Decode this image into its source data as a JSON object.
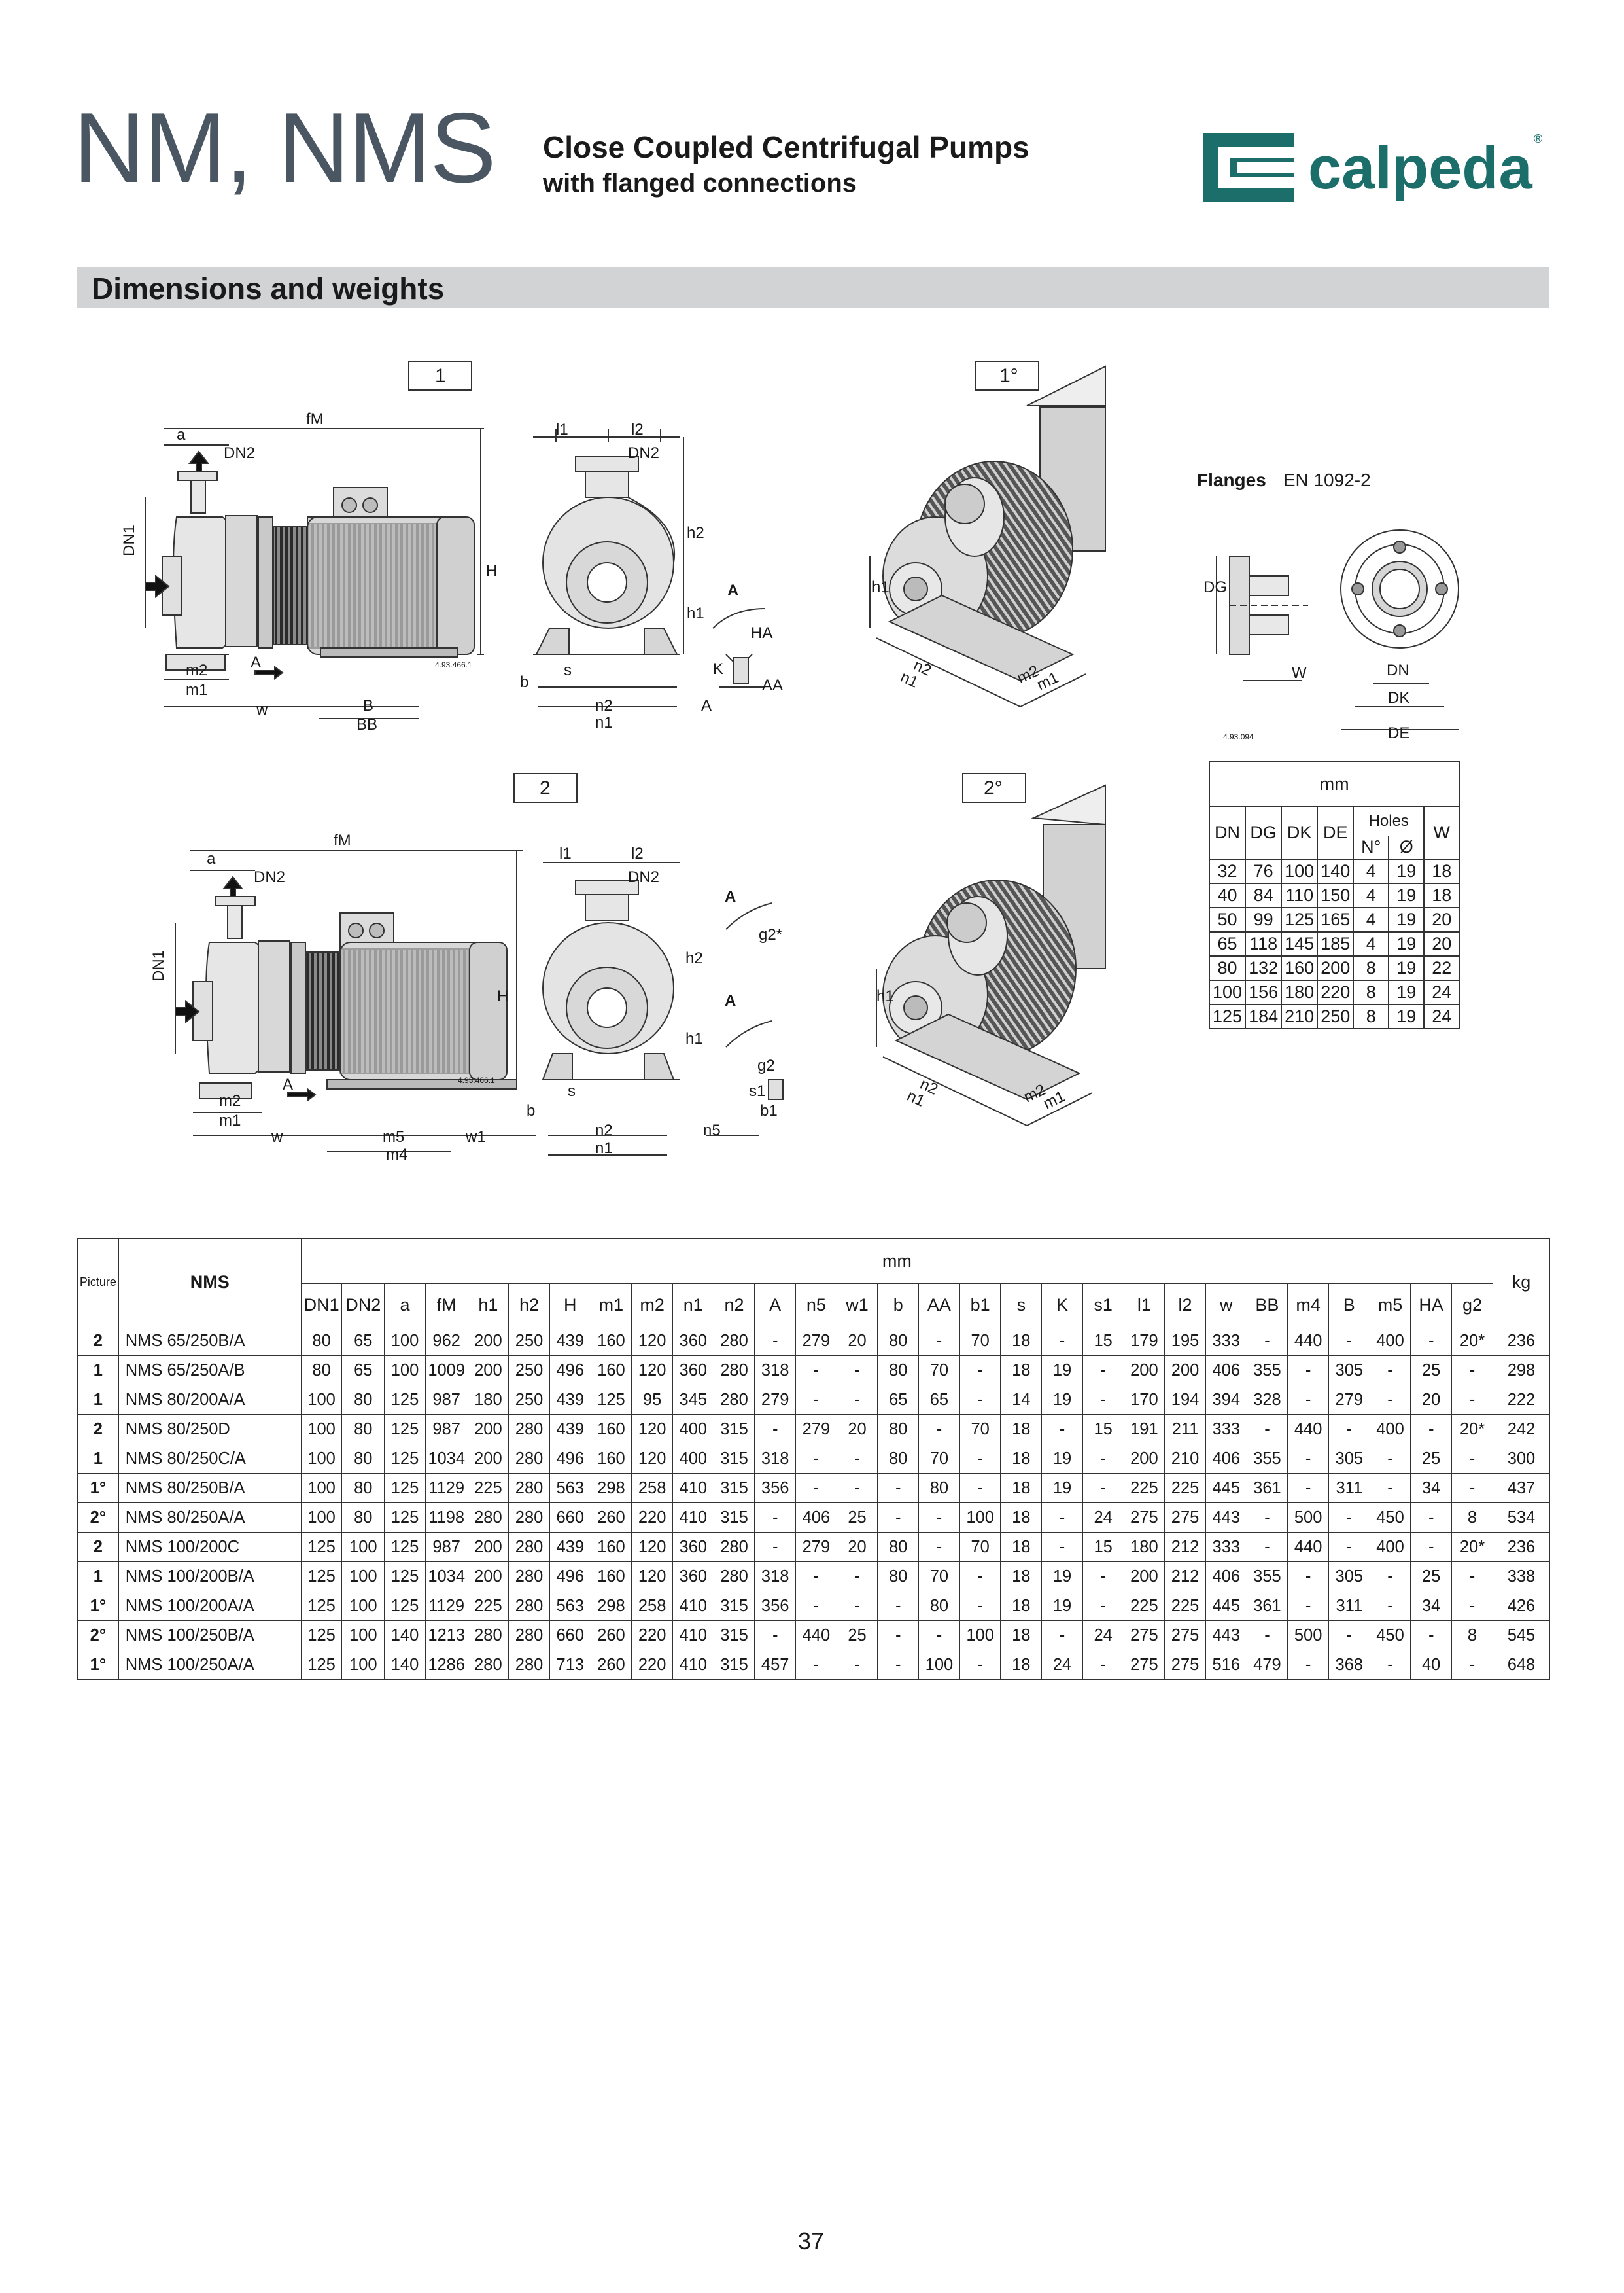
{
  "header": {
    "series": "NM, NMS",
    "subtitle_line1": "Close Coupled Centrifugal Pumps",
    "subtitle_line2": "with flanged connections",
    "logo_text": "calpeda",
    "logo_mark": "®",
    "brand_color": "#1b6e6a"
  },
  "section": {
    "title": "Dimensions and weights"
  },
  "figures": {
    "fig1_label": "1",
    "fig1deg_label": "1°",
    "fig2_label": "2",
    "fig2deg_label": "2°",
    "drawing_code_1": "4.93.466.1",
    "drawing_code_flange": "4.93.094",
    "dim_labels": {
      "fM": "fM",
      "a": "a",
      "DN1": "DN1",
      "DN2": "DN2",
      "H": "H",
      "m1": "m1",
      "m2": "m2",
      "w": "w",
      "B": "B",
      "BB": "BB",
      "l1": "l1",
      "l2": "l2",
      "h1": "h1",
      "h2": "h2",
      "b": "b",
      "s": "s",
      "n1": "n1",
      "n2": "n2",
      "A": "A",
      "K": "K",
      "HA": "HA",
      "AA": "AA",
      "m4": "m4",
      "m5": "m5",
      "w1": "w1",
      "n5": "n5",
      "s1": "s1",
      "b1": "b1",
      "g2": "g2",
      "g2star": "g2*"
    }
  },
  "flanges": {
    "title": "Flanges",
    "standard": "EN 1092-2",
    "dg": "DG",
    "w": "W",
    "dn": "DN",
    "dk": "DK",
    "de": "DE",
    "table": {
      "unit": "mm",
      "holes_label": "Holes",
      "headers": [
        "DN",
        "DG",
        "DK",
        "DE",
        "N°",
        "Ø",
        "W"
      ],
      "rows": [
        [
          "32",
          "76",
          "100",
          "140",
          "4",
          "19",
          "18"
        ],
        [
          "40",
          "84",
          "110",
          "150",
          "4",
          "19",
          "18"
        ],
        [
          "50",
          "99",
          "125",
          "165",
          "4",
          "19",
          "20"
        ],
        [
          "65",
          "118",
          "145",
          "185",
          "4",
          "19",
          "20"
        ],
        [
          "80",
          "132",
          "160",
          "200",
          "8",
          "19",
          "22"
        ],
        [
          "100",
          "156",
          "180",
          "220",
          "8",
          "19",
          "24"
        ],
        [
          "125",
          "184",
          "210",
          "250",
          "8",
          "19",
          "24"
        ]
      ]
    }
  },
  "dimensions_table": {
    "picture_header": "Picture",
    "model_header": "NMS",
    "unit": "mm",
    "weight_unit": "kg",
    "columns": [
      "DN1",
      "DN2",
      "a",
      "fM",
      "h1",
      "h2",
      "H",
      "m1",
      "m2",
      "n1",
      "n2",
      "A",
      "n5",
      "w1",
      "b",
      "AA",
      "b1",
      "s",
      "K",
      "s1",
      "l1",
      "l2",
      "w",
      "BB",
      "m4",
      "B",
      "m5",
      "HA",
      "g2"
    ],
    "rows": [
      {
        "picture": "2",
        "model": "NMS 65/250B/A",
        "values": [
          "80",
          "65",
          "100",
          "962",
          "200",
          "250",
          "439",
          "160",
          "120",
          "360",
          "280",
          "-",
          "279",
          "20",
          "80",
          "-",
          "70",
          "18",
          "-",
          "15",
          "179",
          "195",
          "333",
          "-",
          "440",
          "-",
          "400",
          "-",
          "20*"
        ],
        "kg": "236"
      },
      {
        "picture": "1",
        "model": "NMS 65/250A/B",
        "values": [
          "80",
          "65",
          "100",
          "1009",
          "200",
          "250",
          "496",
          "160",
          "120",
          "360",
          "280",
          "318",
          "-",
          "-",
          "80",
          "70",
          "-",
          "18",
          "19",
          "-",
          "200",
          "200",
          "406",
          "355",
          "-",
          "305",
          "-",
          "25",
          "-"
        ],
        "kg": "298"
      },
      {
        "picture": "1",
        "model": "NMS 80/200A/A",
        "values": [
          "100",
          "80",
          "125",
          "987",
          "180",
          "250",
          "439",
          "125",
          "95",
          "345",
          "280",
          "279",
          "-",
          "-",
          "65",
          "65",
          "-",
          "14",
          "19",
          "-",
          "170",
          "194",
          "394",
          "328",
          "-",
          "279",
          "-",
          "20",
          "-"
        ],
        "kg": "222"
      },
      {
        "picture": "2",
        "model": "NMS 80/250D",
        "values": [
          "100",
          "80",
          "125",
          "987",
          "200",
          "280",
          "439",
          "160",
          "120",
          "400",
          "315",
          "-",
          "279",
          "20",
          "80",
          "-",
          "70",
          "18",
          "-",
          "15",
          "191",
          "211",
          "333",
          "-",
          "440",
          "-",
          "400",
          "-",
          "20*"
        ],
        "kg": "242"
      },
      {
        "picture": "1",
        "model": "NMS 80/250C/A",
        "values": [
          "100",
          "80",
          "125",
          "1034",
          "200",
          "280",
          "496",
          "160",
          "120",
          "400",
          "315",
          "318",
          "-",
          "-",
          "80",
          "70",
          "-",
          "18",
          "19",
          "-",
          "200",
          "210",
          "406",
          "355",
          "-",
          "305",
          "-",
          "25",
          "-"
        ],
        "kg": "300"
      },
      {
        "picture": "1°",
        "model": "NMS 80/250B/A",
        "values": [
          "100",
          "80",
          "125",
          "1129",
          "225",
          "280",
          "563",
          "298",
          "258",
          "410",
          "315",
          "356",
          "-",
          "-",
          "-",
          "80",
          "-",
          "18",
          "19",
          "-",
          "225",
          "225",
          "445",
          "361",
          "-",
          "311",
          "-",
          "34",
          "-"
        ],
        "kg": "437"
      },
      {
        "picture": "2°",
        "model": "NMS 80/250A/A",
        "values": [
          "100",
          "80",
          "125",
          "1198",
          "280",
          "280",
          "660",
          "260",
          "220",
          "410",
          "315",
          "-",
          "406",
          "25",
          "-",
          "-",
          "100",
          "18",
          "-",
          "24",
          "275",
          "275",
          "443",
          "-",
          "500",
          "-",
          "450",
          "-",
          "8"
        ],
        "kg": "534"
      },
      {
        "picture": "2",
        "model": "NMS 100/200C",
        "values": [
          "125",
          "100",
          "125",
          "987",
          "200",
          "280",
          "439",
          "160",
          "120",
          "360",
          "280",
          "-",
          "279",
          "20",
          "80",
          "-",
          "70",
          "18",
          "-",
          "15",
          "180",
          "212",
          "333",
          "-",
          "440",
          "-",
          "400",
          "-",
          "20*"
        ],
        "kg": "236"
      },
      {
        "picture": "1",
        "model": "NMS 100/200B/A",
        "values": [
          "125",
          "100",
          "125",
          "1034",
          "200",
          "280",
          "496",
          "160",
          "120",
          "360",
          "280",
          "318",
          "-",
          "-",
          "80",
          "70",
          "-",
          "18",
          "19",
          "-",
          "200",
          "212",
          "406",
          "355",
          "-",
          "305",
          "-",
          "25",
          "-"
        ],
        "kg": "338"
      },
      {
        "picture": "1°",
        "model": "NMS 100/200A/A",
        "values": [
          "125",
          "100",
          "125",
          "1129",
          "225",
          "280",
          "563",
          "298",
          "258",
          "410",
          "315",
          "356",
          "-",
          "-",
          "-",
          "80",
          "-",
          "18",
          "19",
          "-",
          "225",
          "225",
          "445",
          "361",
          "-",
          "311",
          "-",
          "34",
          "-"
        ],
        "kg": "426"
      },
      {
        "picture": "2°",
        "model": "NMS 100/250B/A",
        "values": [
          "125",
          "100",
          "140",
          "1213",
          "280",
          "280",
          "660",
          "260",
          "220",
          "410",
          "315",
          "-",
          "440",
          "25",
          "-",
          "-",
          "100",
          "18",
          "-",
          "24",
          "275",
          "275",
          "443",
          "-",
          "500",
          "-",
          "450",
          "-",
          "8"
        ],
        "kg": "545"
      },
      {
        "picture": "1°",
        "model": "NMS 100/250A/A",
        "values": [
          "125",
          "100",
          "140",
          "1286",
          "280",
          "280",
          "713",
          "260",
          "220",
          "410",
          "315",
          "457",
          "-",
          "-",
          "-",
          "100",
          "-",
          "18",
          "24",
          "-",
          "275",
          "275",
          "516",
          "479",
          "-",
          "368",
          "-",
          "40",
          "-"
        ],
        "kg": "648"
      }
    ]
  },
  "footer": {
    "page_number": "37"
  }
}
